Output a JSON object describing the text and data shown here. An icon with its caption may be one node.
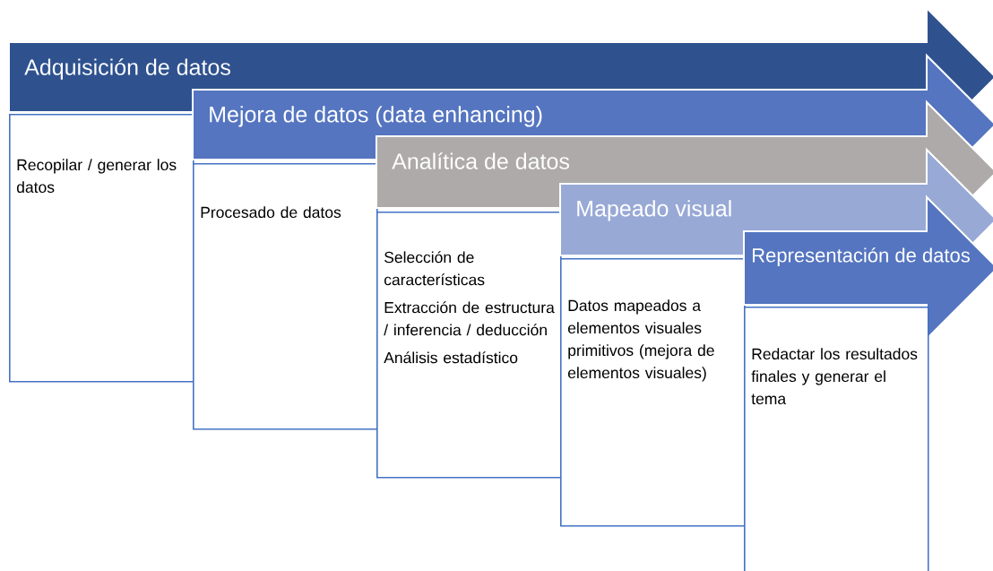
{
  "diagram": {
    "nodes": [
      {
        "text": [
          "Adquisición de datos"
        ]
      },
      {
        "text": [
          "Recopilar / generar los datos"
        ]
      },
      {
        "text": [
          "Mejora de datos (data enhancing)"
        ]
      },
      {
        "text": [
          "Procesado de datos"
        ]
      },
      {
        "text": [
          "Analítica de datos"
        ]
      },
      {
        "text": [
          "Selección de características",
          "Extracción de estructura / inferencia / deducción",
          "Análisis estadístico"
        ]
      },
      {
        "text": [
          "Mapeado visual"
        ]
      },
      {
        "text": [
          "Datos mapeados a elementos visuales primitivos (mejora de elementos visuales)"
        ]
      },
      {
        "text": [
          "Representación de datos"
        ]
      },
      {
        "text": [
          "Redactar los resultados finales y generar el tema"
        ]
      }
    ],
    "edges": []
  }
}
